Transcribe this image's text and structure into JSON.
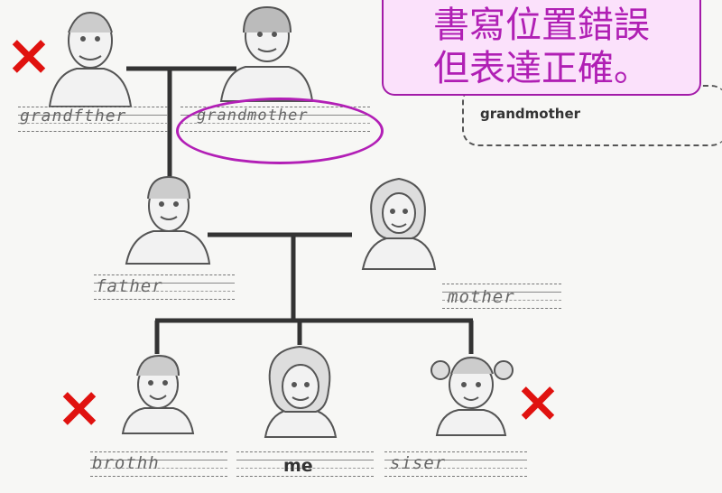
{
  "callout": {
    "line1": "書寫位置錯誤",
    "line2": "但表達正確。"
  },
  "word_bank": {
    "item": "grandmother"
  },
  "answers": {
    "grandfather": "grandfther",
    "grandmother": "grandmother",
    "father": "father",
    "mother": "mother",
    "brother": "brothh",
    "me": "me",
    "sister": "siser"
  },
  "marks": {
    "cross": "×",
    "colors": {
      "cross": "#e0120f",
      "highlight": "#b21fb6",
      "callout_bg": "#fbe1fb"
    }
  },
  "icons": [
    "grandfather-portrait",
    "grandmother-portrait",
    "father-portrait",
    "mother-portrait",
    "brother-portrait",
    "girl-me-portrait",
    "sister-portrait"
  ]
}
